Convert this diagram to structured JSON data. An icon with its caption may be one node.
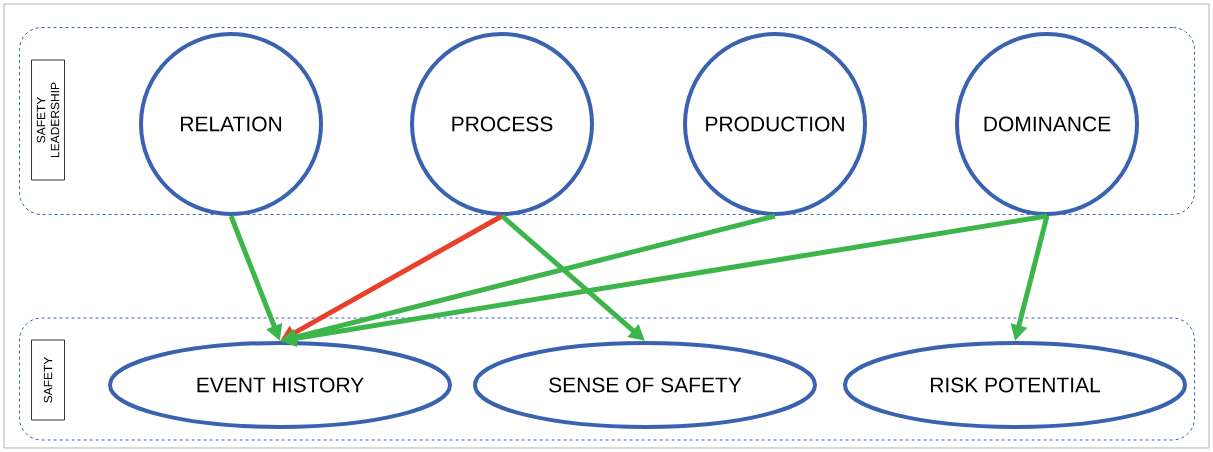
{
  "diagram": {
    "nodes": [
      {
        "text": [],
        "shape": "box"
      },
      {
        "text": [
          "SAFETY LEADERSHIP"
        ],
        "in": 0
      },
      {
        "text": [
          "RELATION"
        ],
        "in": 0
      },
      {
        "text": [
          "PROCESS"
        ],
        "in": 0
      },
      {
        "text": [
          "PRODUCTION"
        ],
        "in": 0
      },
      {
        "text": [
          "DOMINANCE"
        ],
        "in": 0
      },
      {
        "text": [],
        "shape": "box"
      },
      {
        "text": [
          "SAFETY"
        ],
        "in": 6
      },
      {
        "text": [
          "EVENT HISTORY"
        ],
        "in": 6
      },
      {
        "text": [
          "SENSE OF SAFETY"
        ],
        "in": 6
      },
      {
        "text": [
          "RISK POTENTIAL"
        ],
        "in": 6
      }
    ],
    "edges": [
      {
        "from": 2,
        "to": 8,
        "arrow": "to"
      },
      {
        "from": 3,
        "to": 8,
        "arrow": "to",
        "color": "#e8402a"
      },
      {
        "from": 3,
        "to": 9,
        "arrow": "to"
      },
      {
        "from": 4,
        "to": 8,
        "arrow": "to"
      },
      {
        "from": 5,
        "to": 8,
        "arrow": "to"
      },
      {
        "from": 5,
        "to": 10,
        "arrow": "to"
      }
    ]
  }
}
